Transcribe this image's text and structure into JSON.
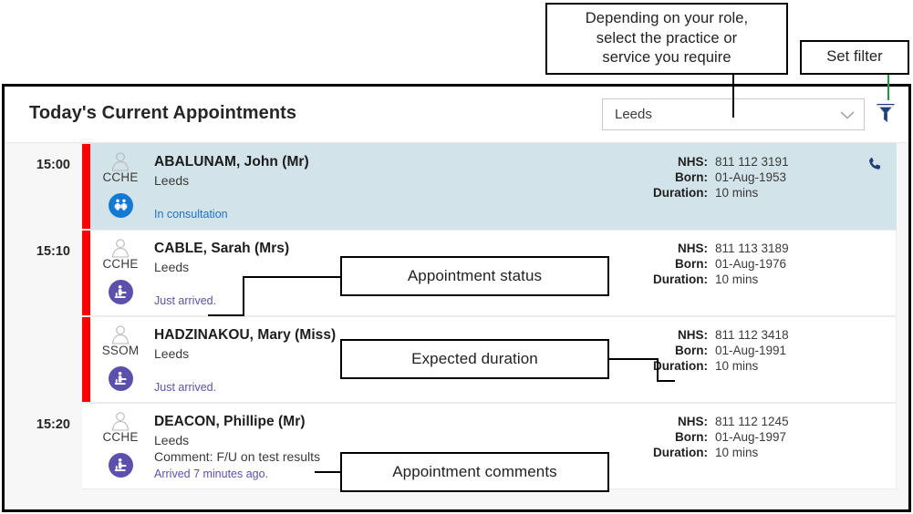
{
  "annotations": [
    {
      "id": "practice_note",
      "text_lines": [
        "Depending on your role,",
        "select the practice or",
        "service you require"
      ]
    },
    {
      "id": "set_filter",
      "text": "Set filter"
    },
    {
      "id": "appointment_status",
      "text": "Appointment status"
    },
    {
      "id": "expected_duration",
      "text": "Expected duration"
    },
    {
      "id": "appointment_comments",
      "text": "Appointment comments"
    }
  ],
  "header": {
    "title": "Today's Current Appointments",
    "practice_select": {
      "value": "Leeds",
      "icon": "chevron-down-icon"
    },
    "filter_icon": "funnel-icon"
  },
  "labels": {
    "nhs": "NHS:",
    "born": "Born:",
    "duration": "Duration:"
  },
  "colors": {
    "status_bar_red": "#ff0000",
    "selected_row": "#d2e3e9",
    "consult_badge": "#1479d0",
    "waiting_badge": "#5b51ac",
    "status_blue": "#2272c4",
    "status_purple": "#5b51ac",
    "filter_icon": "#1f3f77",
    "leader_green": "#1a9e3a"
  },
  "appointments": [
    {
      "time": "15:00",
      "selected": true,
      "has_status_bar": true,
      "code": "CCHE",
      "name": "ABALUNAM, John (Mr)",
      "location": "Leeds",
      "comment": "",
      "status": "In consultation",
      "status_kind": "blue",
      "badge": "in-consultation-icon",
      "nhs": "811 112 3191",
      "born": "01-Aug-1953",
      "duration": "10 mins",
      "phone": true
    },
    {
      "time": "15:10",
      "selected": false,
      "has_status_bar": true,
      "code": "CCHE",
      "name": "CABLE, Sarah (Mrs)",
      "location": "Leeds",
      "comment": "",
      "status": "Just arrived.",
      "status_kind": "purple",
      "badge": "waiting-icon",
      "nhs": "811 113 3189",
      "born": "01-Aug-1976",
      "duration": "10 mins",
      "phone": false
    },
    {
      "time": "",
      "selected": false,
      "has_status_bar": true,
      "code": "SSOM",
      "name": "HADZINAKOU, Mary (Miss)",
      "location": "Leeds",
      "comment": "",
      "status": "Just arrived.",
      "status_kind": "purple",
      "badge": "waiting-icon",
      "nhs": "811 112 3418",
      "born": "01-Aug-1991",
      "duration": "10 mins",
      "phone": false
    },
    {
      "time": "15:20",
      "selected": false,
      "has_status_bar": false,
      "code": "CCHE",
      "name": "DEACON, Phillipe (Mr)",
      "location": "Leeds",
      "comment": "Comment: F/U on test results",
      "status": "Arrived 7 minutes ago.",
      "status_kind": "purple",
      "badge": "waiting-icon",
      "nhs": "811 112 1245",
      "born": "01-Aug-1997",
      "duration": "10 mins",
      "phone": false
    }
  ]
}
